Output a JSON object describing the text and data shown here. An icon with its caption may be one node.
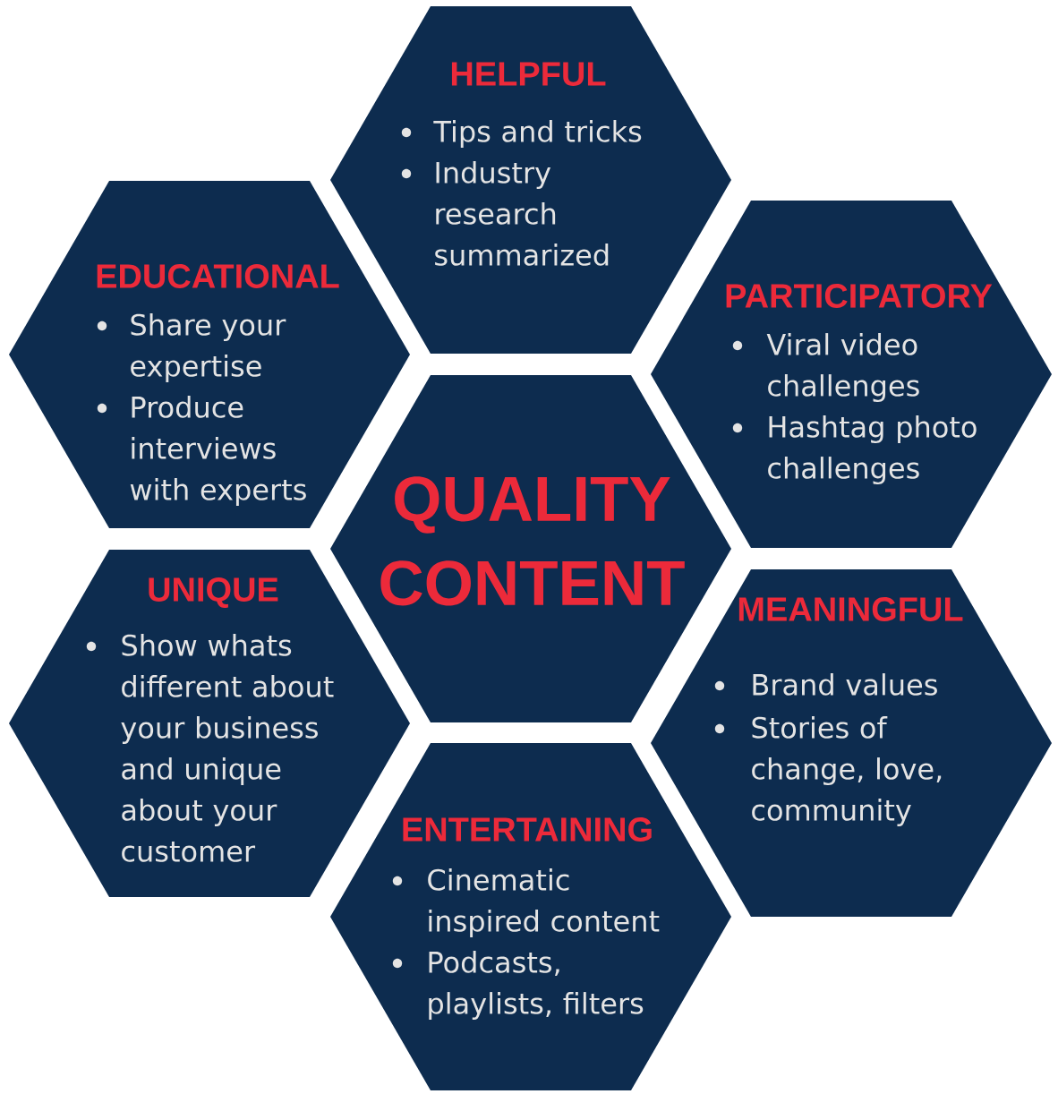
{
  "diagram": {
    "nodes": [
      {
        "text": [
          "HELPFUL",
          "Tips and tricks",
          "Industry research summarized"
        ]
      },
      {
        "text": [
          "EDUCATIONAL",
          "Share your expertise",
          "Produce interviews with experts"
        ]
      },
      {
        "text": [
          "PARTICIPATORY",
          "Viral video challenges",
          "Hashtag photo challenges"
        ]
      },
      {
        "text": [
          "QUALITY CONTENT"
        ]
      },
      {
        "text": [
          "UNIQUE",
          "Show whats different about your business and unique about your customer"
        ]
      },
      {
        "text": [
          "MEANINGFUL",
          "Brand values",
          "Stories of change, love, community"
        ]
      },
      {
        "text": [
          "ENTERTAINING",
          "Cinematic inspired content",
          "Podcasts, playlists, filters"
        ]
      }
    ]
  }
}
